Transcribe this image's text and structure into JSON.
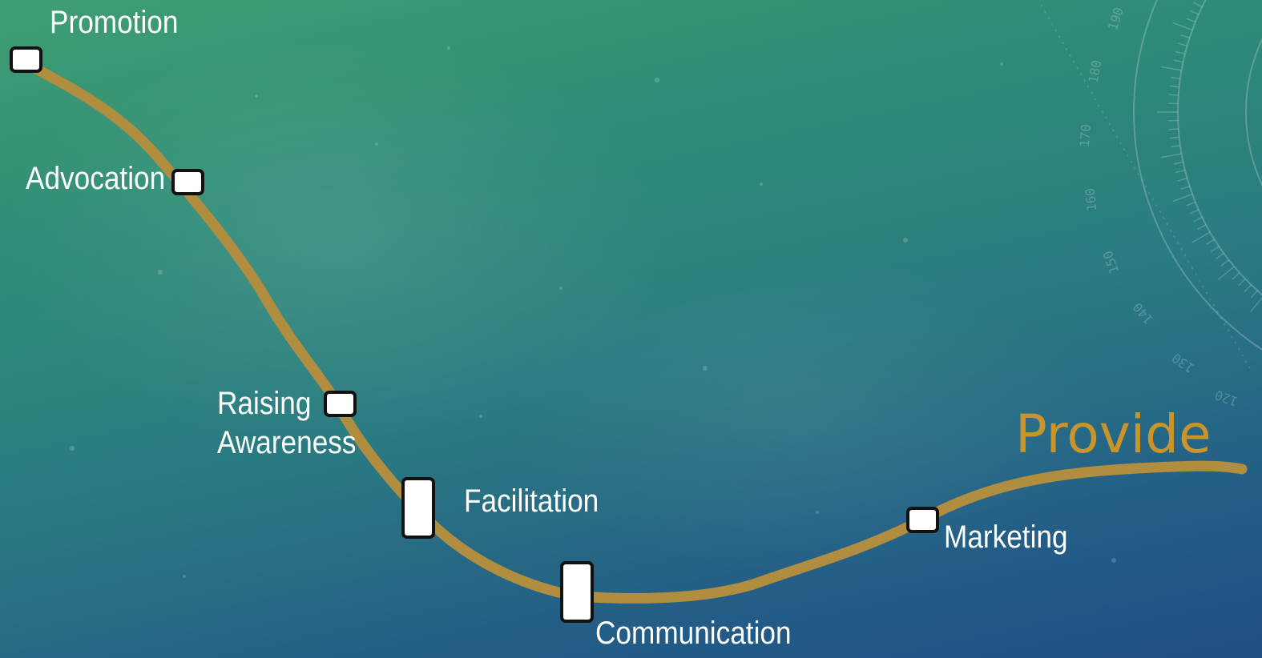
{
  "title": "Provide",
  "colors": {
    "path": "#b08d3f",
    "title": "#c9952a",
    "node_fill": "#ffffff",
    "node_border": "#111111",
    "label": "#ffffff"
  },
  "stages": [
    {
      "label": "Promotion"
    },
    {
      "label": "Advocation"
    },
    {
      "label": "Raising Awareness",
      "lines": [
        "Raising",
        "Awareness"
      ]
    },
    {
      "label": "Facilitation"
    },
    {
      "label": "Communication"
    },
    {
      "label": "Marketing"
    }
  ],
  "dial_numbers": [
    "190",
    "180",
    "170",
    "160",
    "150",
    "140",
    "130",
    "120"
  ]
}
